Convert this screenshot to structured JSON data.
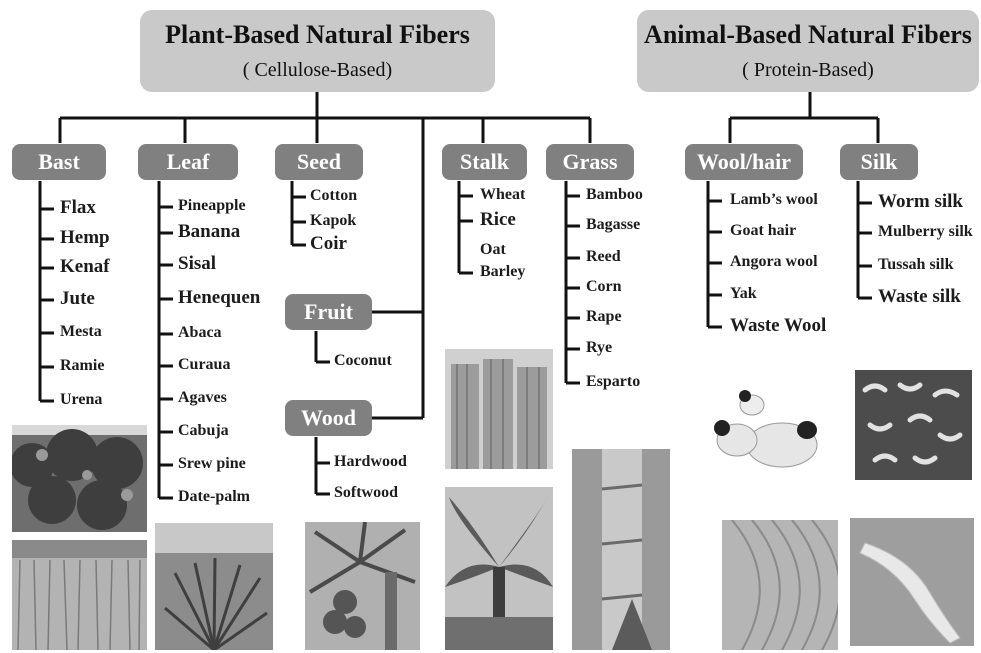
{
  "plant": {
    "title": "Plant-Based Natural Fibers",
    "subtitle": "( Cellulose-Based)"
  },
  "animal": {
    "title": "Animal-Based Natural Fibers",
    "subtitle": "( Protein-Based)"
  },
  "bast": {
    "label": "Bast",
    "items": [
      "Flax",
      "Hemp",
      "Kenaf",
      "Jute",
      "Mesta",
      "Ramie",
      "Urena"
    ]
  },
  "leaf": {
    "label": "Leaf",
    "items": [
      "Pineapple",
      "Banana",
      "Sisal",
      "Henequen",
      "Abaca",
      "Curaua",
      "Agaves",
      "Cabuja",
      "Srew pine",
      "Date-palm"
    ]
  },
  "seed": {
    "label": "Seed",
    "items": [
      "Cotton",
      "Kapok",
      "Coir"
    ]
  },
  "fruit": {
    "label": "Fruit",
    "items": [
      "Coconut"
    ]
  },
  "wood": {
    "label": "Wood",
    "items": [
      "Hardwood",
      "Softwood"
    ]
  },
  "stalk": {
    "label": "Stalk",
    "items": [
      "Wheat",
      "Rice",
      "Oat",
      "Barley"
    ]
  },
  "grass": {
    "label": "Grass",
    "items": [
      "Bamboo",
      "Bagasse",
      "Reed",
      "Corn",
      "Rape",
      "Rye",
      "Esparto"
    ]
  },
  "woolhair": {
    "label": "Wool/hair",
    "items": [
      "Lamb’s wool",
      "Goat hair",
      "Angora wool",
      "Yak",
      "Waste Wool"
    ]
  },
  "silk": {
    "label": "Silk",
    "items": [
      "Worm silk",
      "Mulberry silk",
      "Tussah silk",
      "Waste silk"
    ]
  },
  "colors": {
    "header_bg": "#c9c9c9",
    "category_bg": "#808080",
    "line": "#111111"
  }
}
